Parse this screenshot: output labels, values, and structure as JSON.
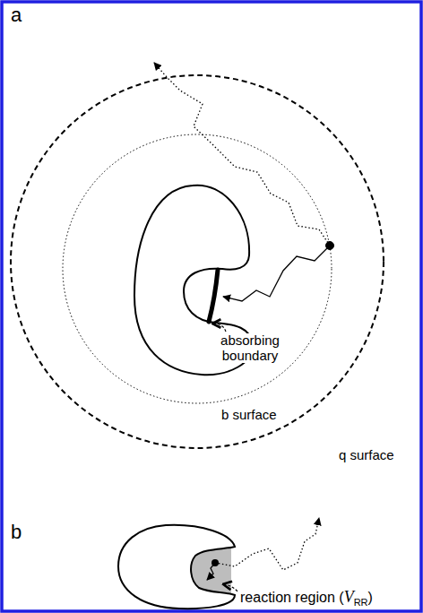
{
  "diagram": {
    "labels": [
      "a",
      "absorbing boundary",
      "b surface",
      "q surface",
      "b",
      "reaction region (",
      "V",
      "RR",
      ")"
    ]
  }
}
